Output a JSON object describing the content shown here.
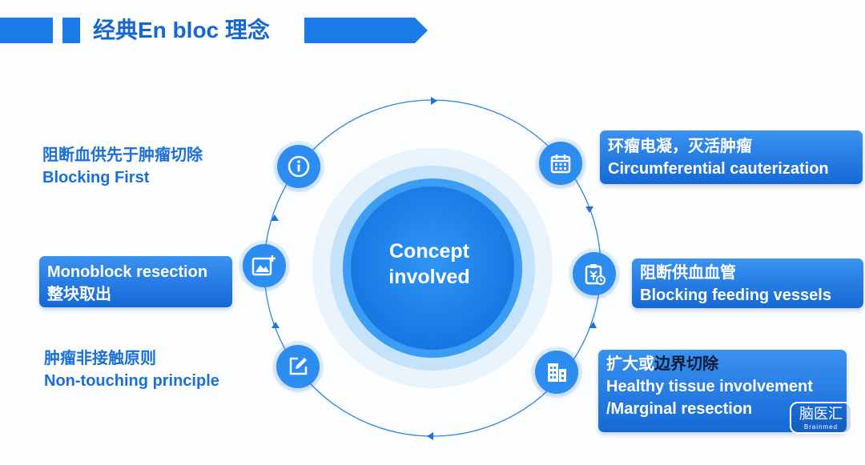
{
  "header": {
    "title": "经典En bloc 理念",
    "color": "#1a7ae6"
  },
  "diagram": {
    "center_label_line1": "Concept",
    "center_label_line2": "involved",
    "accent": "#2c8cf0"
  },
  "items": {
    "blocking_first": {
      "zh": "阻断血供先于肿瘤切除",
      "en": "Blocking First",
      "icon": "info-icon"
    },
    "monoblock": {
      "en": "Monoblock resection",
      "zh": "整块取出",
      "icon": "image-icon"
    },
    "non_touching": {
      "zh": "肿瘤非接触原则",
      "en": "Non-touching principle",
      "icon": "edit-icon"
    },
    "cauterization": {
      "zh": "环瘤电凝，灭活肿瘤",
      "en": "Circumferential cauterization",
      "icon": "calendar-icon"
    },
    "feeding_vessels": {
      "zh": "阻断供血血管",
      "en": "Blocking feeding vessels",
      "icon": "clipboard-yuan-icon"
    },
    "marginal": {
      "zh_a": "扩大或",
      "zh_b": "边界切除",
      "en1": "Healthy tissue involvement",
      "en2": "/Marginal resection",
      "icon": "building-icon"
    }
  },
  "watermark": {
    "text": "脑医汇",
    "sub": "Brainmed"
  }
}
